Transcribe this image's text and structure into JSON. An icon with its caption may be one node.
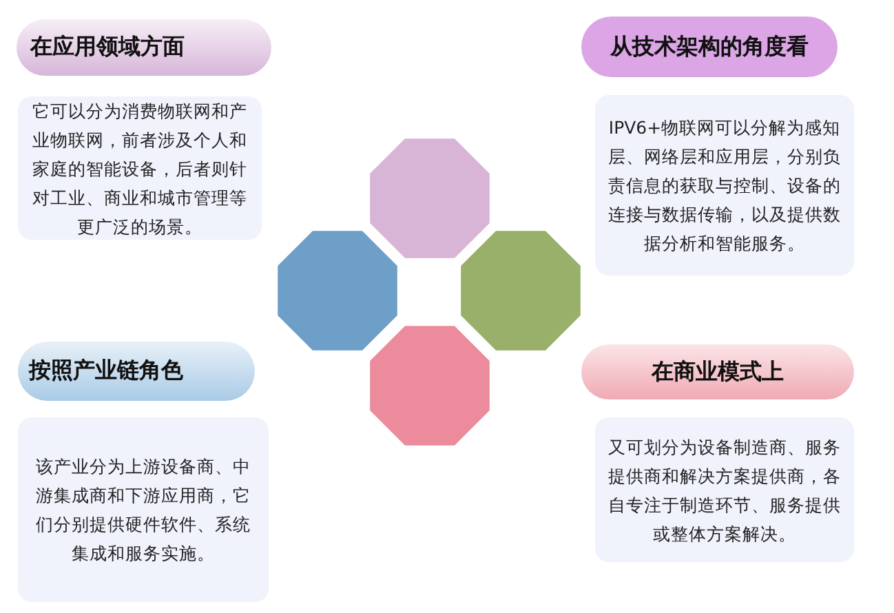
{
  "diagram": {
    "nodes": [
      {
        "text": [
          "在应用领域方面"
        ]
      },
      {
        "text": [
          "它可以分为消费物联网和产业物联网，前者涉及个人和家庭的智能设备，后者则针对工业、商业和城市管理等更广泛的场景。"
        ]
      },
      {
        "text": [
          "从技术架构的角度看"
        ]
      },
      {
        "text": [
          "IPV6+物联网可以分解为感知层、网络层和应用层，分别负责信息的获取与控制、设备的连接与数据传输，以及提供数据分析和智能服务。"
        ]
      },
      {
        "text": [
          "按照产业链角色"
        ]
      },
      {
        "text": [
          "该产业分为上游设备商、中游集成商和下游应用商，它们分别提供硬件软件、系统集成和服务实施。"
        ]
      },
      {
        "text": [
          "在商业模式上"
        ]
      },
      {
        "text": [
          "又可划分为设备制造商、服务提供商和解决方案提供商，各自专注于制造环节、服务提供或整体方案解决。"
        ]
      }
    ]
  }
}
